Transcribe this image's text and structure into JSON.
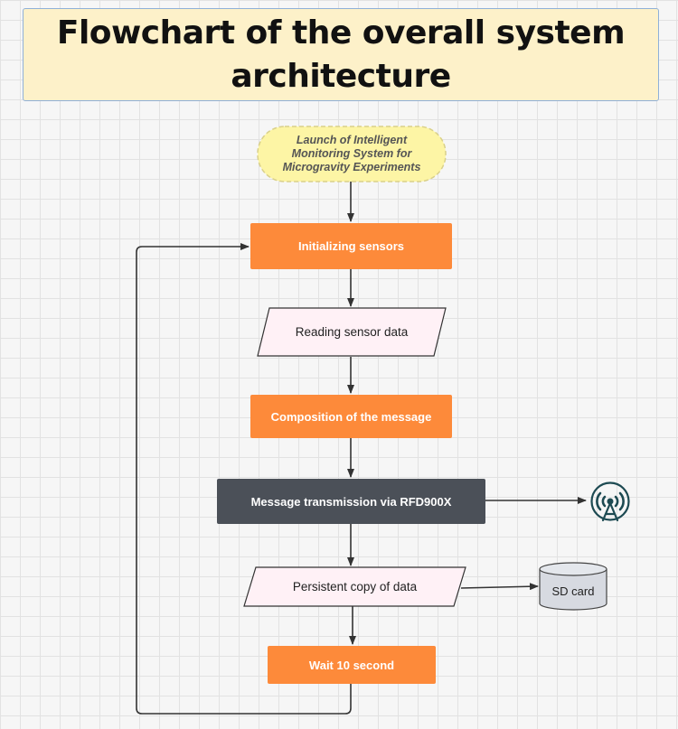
{
  "title": "Flowchart of the overall system architecture",
  "nodes": {
    "start": "Launch of Intelligent Monitoring System for Microgravity Experiments",
    "init": "Initializing sensors",
    "read": "Reading sensor data",
    "compose": "Composition of the message",
    "transmit": "Message transmission via RFD900X",
    "persist": "Persistent copy of data",
    "wait": "Wait 10 second",
    "sdcard": "SD card"
  },
  "icons": {
    "antenna": "radio-tower-icon",
    "storage": "database-cylinder-icon"
  },
  "colors": {
    "orange": "#fd8a3a",
    "dark": "#4b5058",
    "parallelogram_fill": "#fff1f6",
    "start_fill": "#fdf5a5",
    "cylinder_fill": "#d7dae1",
    "antenna": "#1d4a52"
  }
}
